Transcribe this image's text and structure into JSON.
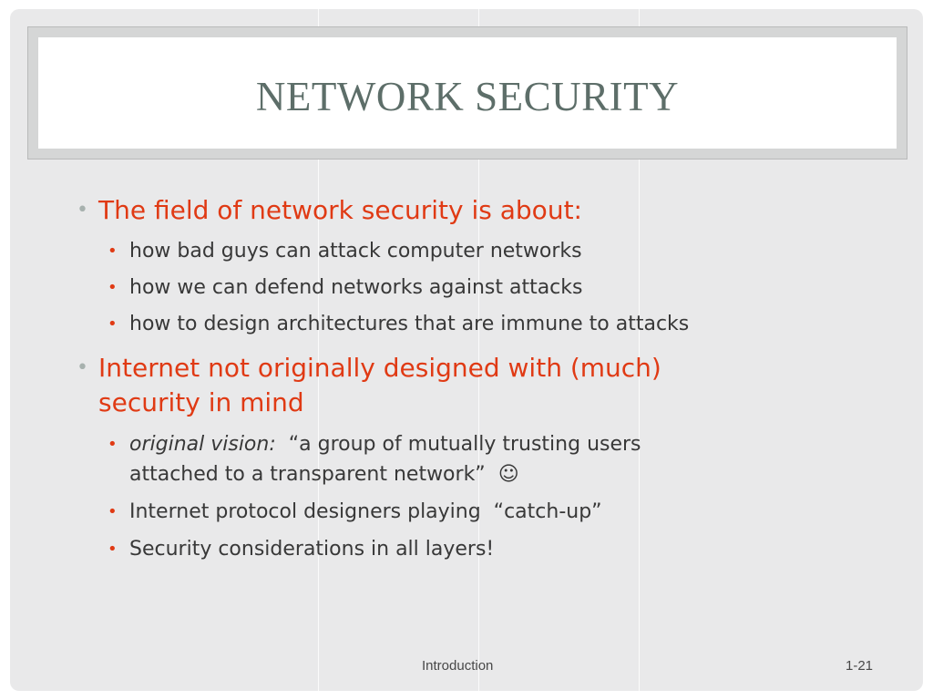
{
  "slide": {
    "title": "NETWORK SECURITY",
    "bullets": [
      {
        "text": "The field of network security is about:",
        "sub": [
          "how bad guys can attack computer networks",
          "how we can defend networks against attacks",
          "how to design architectures that are immune to attacks"
        ]
      },
      {
        "line1": "Internet not originally designed with (much)",
        "line2": "security in mind",
        "sub": [
          {
            "em": "original vision:",
            "rest_line1": "  “a group of mutually trusting users",
            "line2": "attached to a transparent network”  ☺"
          },
          "Internet protocol designers playing  “catch-up”",
          "Security considerations in all layers!"
        ]
      }
    ],
    "footer": {
      "center": "Introduction",
      "page": "1-21"
    }
  },
  "colors": {
    "title": "#5d6e69",
    "level1_text": "#e03a14",
    "level2_text": "#383838",
    "level1_bullet": "#a7b1ae",
    "level2_bullet": "#e03a14",
    "panel_background": "#e9e9ea"
  },
  "icons": {
    "bullet": "bullet-dot-icon",
    "smiley": "smiley-icon"
  }
}
